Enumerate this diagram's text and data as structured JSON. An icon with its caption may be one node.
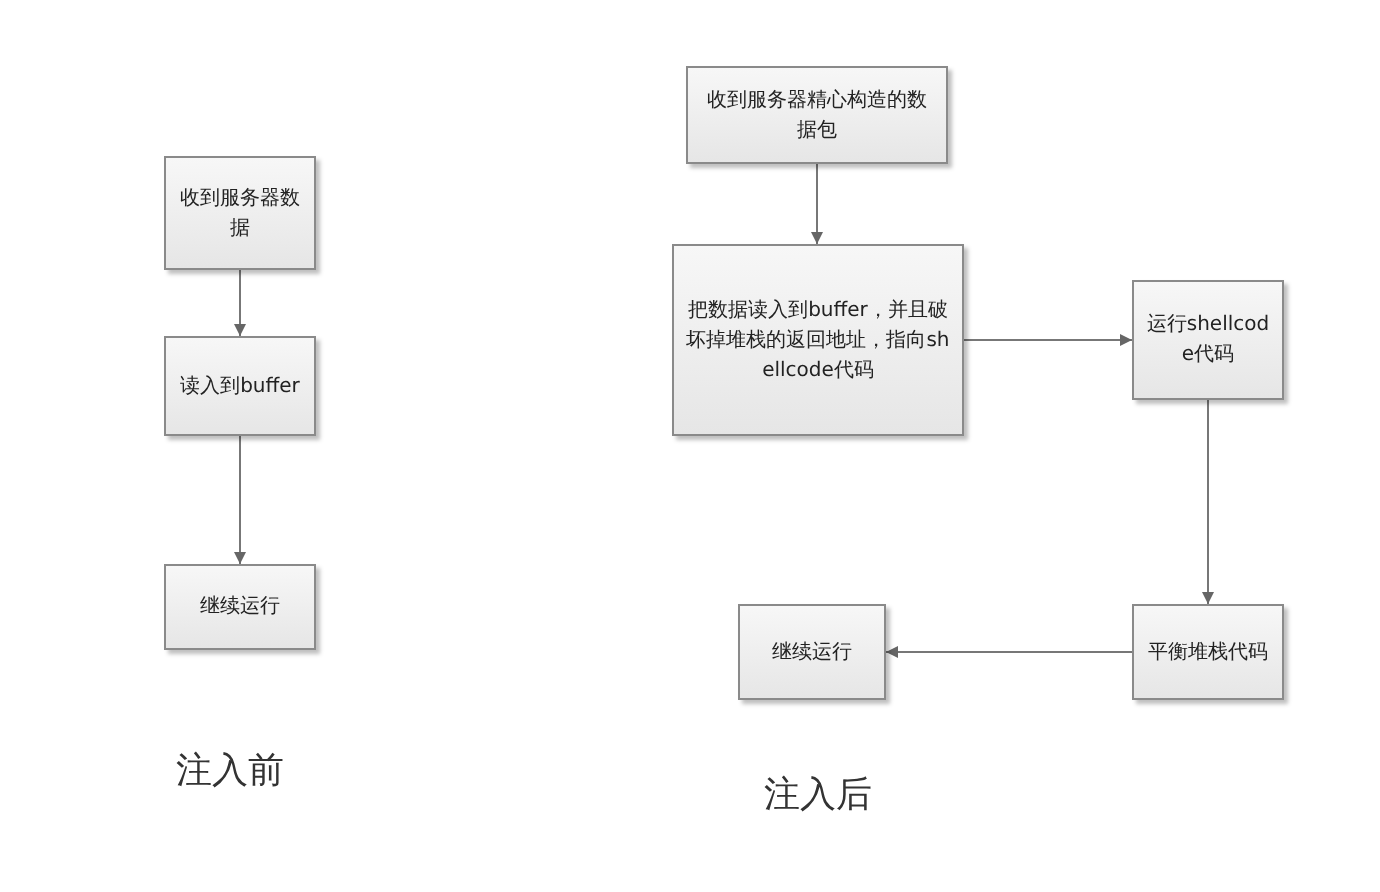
{
  "diagram": {
    "nodes": [
      {
        "text": [
          "收到服务器数据"
        ]
      },
      {
        "text": [
          "读入到buffer"
        ]
      },
      {
        "text": [
          "继续运行"
        ]
      },
      {
        "text": [
          "收到服务器精心构造的数据包"
        ]
      },
      {
        "text": [
          "把数据读入到buffer，并且破坏掉堆栈的返回地址，指向shellcode代码"
        ]
      },
      {
        "text": [
          "运行shellcode代码"
        ]
      },
      {
        "text": [
          "平衡堆栈代码"
        ]
      },
      {
        "text": [
          "继续运行"
        ]
      }
    ],
    "edges": [
      {
        "from": 0,
        "to": 1,
        "arrow": "to"
      },
      {
        "from": 1,
        "to": 2,
        "arrow": "to"
      },
      {
        "from": 3,
        "to": 4,
        "arrow": "to"
      },
      {
        "from": 4,
        "to": 5,
        "arrow": "to"
      },
      {
        "from": 5,
        "to": 6,
        "arrow": "to"
      },
      {
        "from": 6,
        "to": 7,
        "arrow": "to"
      }
    ],
    "labels": [
      "注入前",
      "注入后"
    ]
  }
}
